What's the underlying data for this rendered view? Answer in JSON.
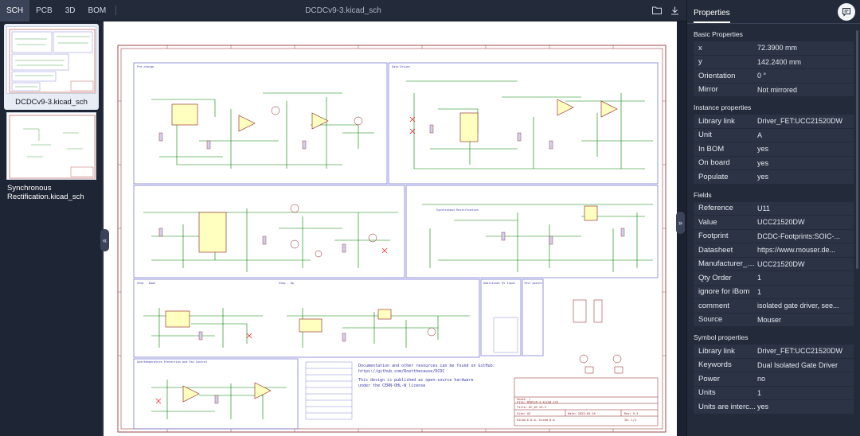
{
  "toolbar": {
    "tabs": [
      {
        "label": "SCH",
        "active": true
      },
      {
        "label": "PCB"
      },
      {
        "label": "3D"
      },
      {
        "label": "BOM"
      }
    ],
    "document_title": "DCDCv9-3.kicad_sch",
    "icons": [
      "folder-open-icon",
      "download-icon"
    ]
  },
  "sidebar": {
    "sheets": [
      {
        "label": "DCDCv9-3.kicad_sch",
        "selected": true
      },
      {
        "label": "Synchronous Rectification.kicad_sch",
        "selected": false
      }
    ]
  },
  "schematic": {
    "block_titles": [
      "Pre-charge",
      "Gate Driver",
      "Synchronous Rectification",
      "Step - Down",
      "Step - Up",
      "Overtemperature Protection and Fan Control",
      "Additional 5V Input",
      "Test points"
    ],
    "doc_note": [
      "Documentation and other resources can be found on GitHub:",
      "https://github.com/Rootthecause/DCDC",
      "This design is published as open-source hardware",
      "under the CERN-OHL-W license"
    ],
    "title_block": {
      "sheet": "Sheet: /",
      "file": "File: DCDCv9-3.kicad_sch",
      "title": "Title: DC_DC v9-3",
      "size": "Size: A3",
      "date": "Date: 2025-03-16",
      "rev": "Rev: 9-3",
      "id": "Id: 1/1",
      "kicad": "KiCad E.D.A. kicad 8.0"
    }
  },
  "properties": {
    "tab_label": "Properties",
    "sections": [
      {
        "title": "Basic Properties",
        "rows": [
          {
            "k": "x",
            "v": "72.3900 mm"
          },
          {
            "k": "y",
            "v": "142.2400 mm"
          },
          {
            "k": "Orientation",
            "v": "0 °"
          },
          {
            "k": "Mirror",
            "v": "Not mirrored"
          }
        ]
      },
      {
        "title": "Instance properties",
        "rows": [
          {
            "k": "Library link",
            "v": "Driver_FET:UCC21520DW"
          },
          {
            "k": "Unit",
            "v": "A"
          },
          {
            "k": "In BOM",
            "v": "yes"
          },
          {
            "k": "On board",
            "v": "yes"
          },
          {
            "k": "Populate",
            "v": "yes"
          }
        ]
      },
      {
        "title": "Fields",
        "rows": [
          {
            "k": "Reference",
            "v": "U11"
          },
          {
            "k": "Value",
            "v": "UCC21520DW"
          },
          {
            "k": "Footprint",
            "v": "DCDC-Footprints:SOIC-..."
          },
          {
            "k": "Datasheet",
            "v": "https://www.mouser.de..."
          },
          {
            "k": "Manufacturer_P...",
            "v": "UCC21520DW"
          },
          {
            "k": "Qty Order",
            "v": "1"
          },
          {
            "k": "ignore for iBom",
            "v": "1"
          },
          {
            "k": "comment",
            "v": "isolated gate driver, see..."
          },
          {
            "k": "Source",
            "v": "Mouser"
          }
        ]
      },
      {
        "title": "Symbol properties",
        "rows": [
          {
            "k": "Library link",
            "v": "Driver_FET:UCC21520DW"
          },
          {
            "k": "Keywords",
            "v": "Dual Isolated Gate Driver"
          },
          {
            "k": "Power",
            "v": "no"
          },
          {
            "k": "Units",
            "v": "1"
          },
          {
            "k": "Units are interc...",
            "v": "yes"
          }
        ]
      }
    ]
  },
  "colors": {
    "accent": "#3a4357",
    "panel": "#232a39",
    "wire": "#008000",
    "sheet_border": "#8b1a1a",
    "frame": "#7b7bd6"
  }
}
